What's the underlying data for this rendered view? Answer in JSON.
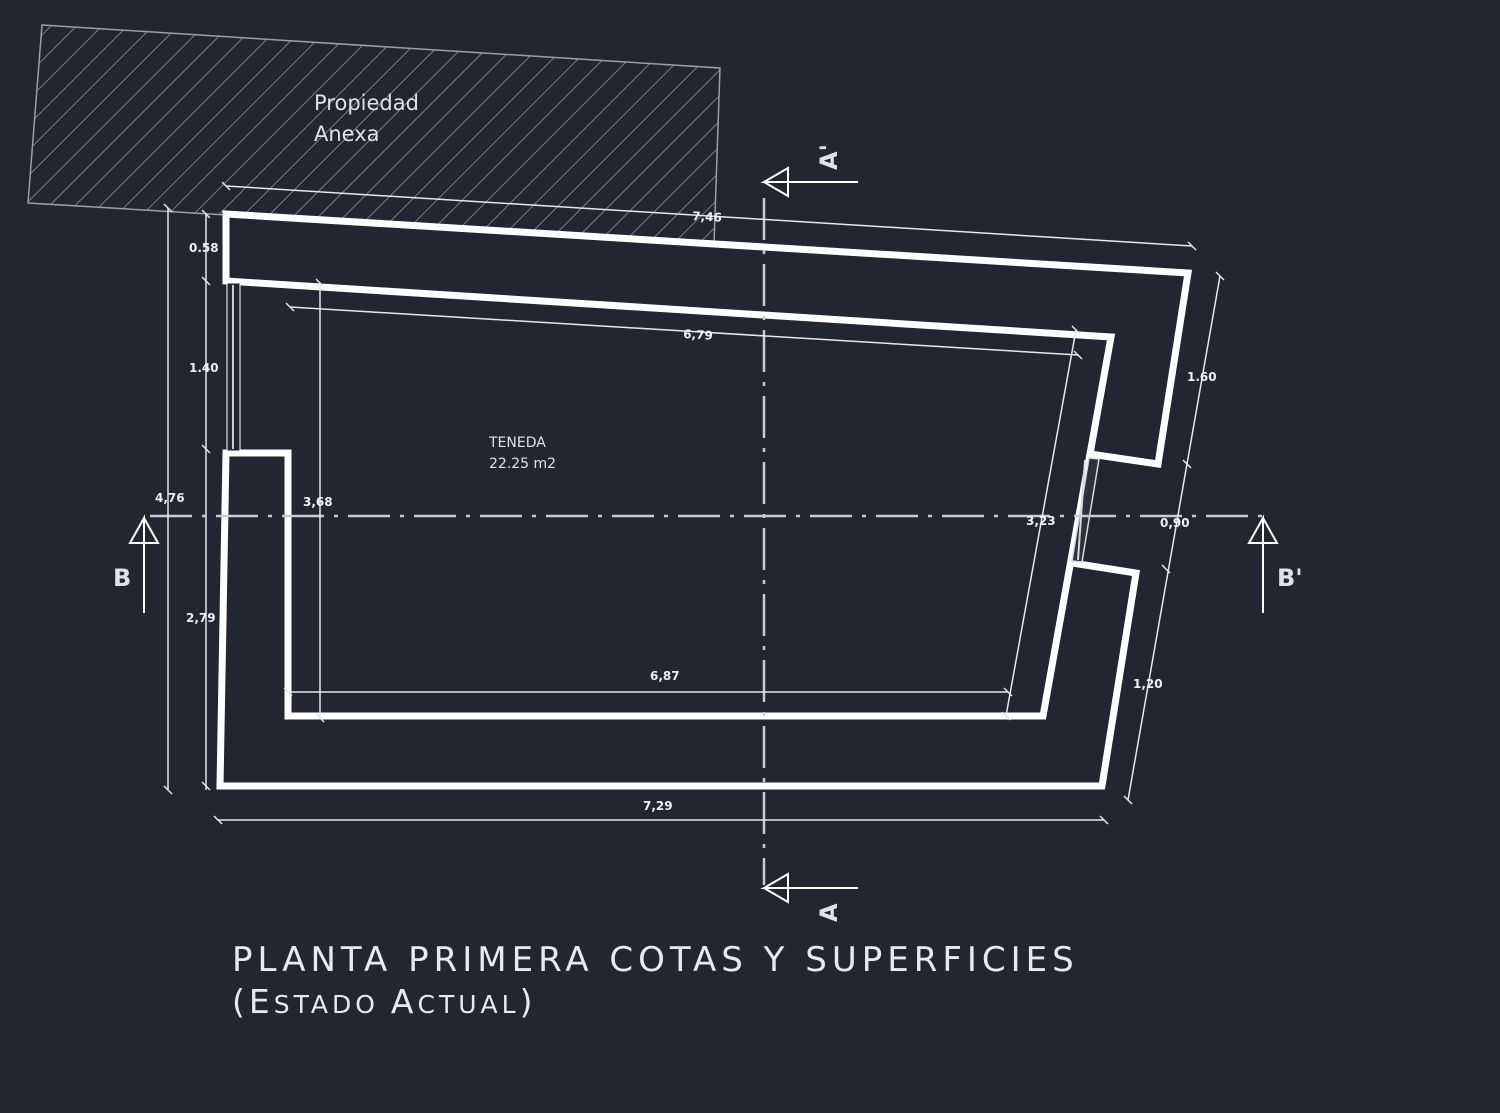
{
  "annex": {
    "line1": "Propiedad",
    "line2": "Anexa"
  },
  "room": {
    "name": "TENEDA",
    "area": "22.25 m2"
  },
  "dimensions": {
    "top_outer": "7,46",
    "inner_top": "6,79",
    "inner_bottom": "6,87",
    "bottom_outer": "7,29",
    "left_058": "0.58",
    "left_140": "1.40",
    "left_total": "4,76",
    "left_inner": "3,68",
    "left_279": "2,79",
    "right_inner": "3,23",
    "right_160": "1.60",
    "right_090": "0,90",
    "right_120": "1,20"
  },
  "sections": {
    "a_top": "A'",
    "a_bottom": "A",
    "b_left": "B",
    "b_right": "B'"
  },
  "title": {
    "main": "PLANTA PRIMERA COTAS Y SUPERFICIES",
    "sub_open": "(E",
    "sub_w1": "STADO ",
    "sub_a": "A",
    "sub_w2": "CTUAL",
    "sub_close": ")"
  },
  "colors": {
    "background": "#212630",
    "lines": "#ffffff",
    "text": "#e8eaee",
    "hatch": "#8e949c"
  }
}
